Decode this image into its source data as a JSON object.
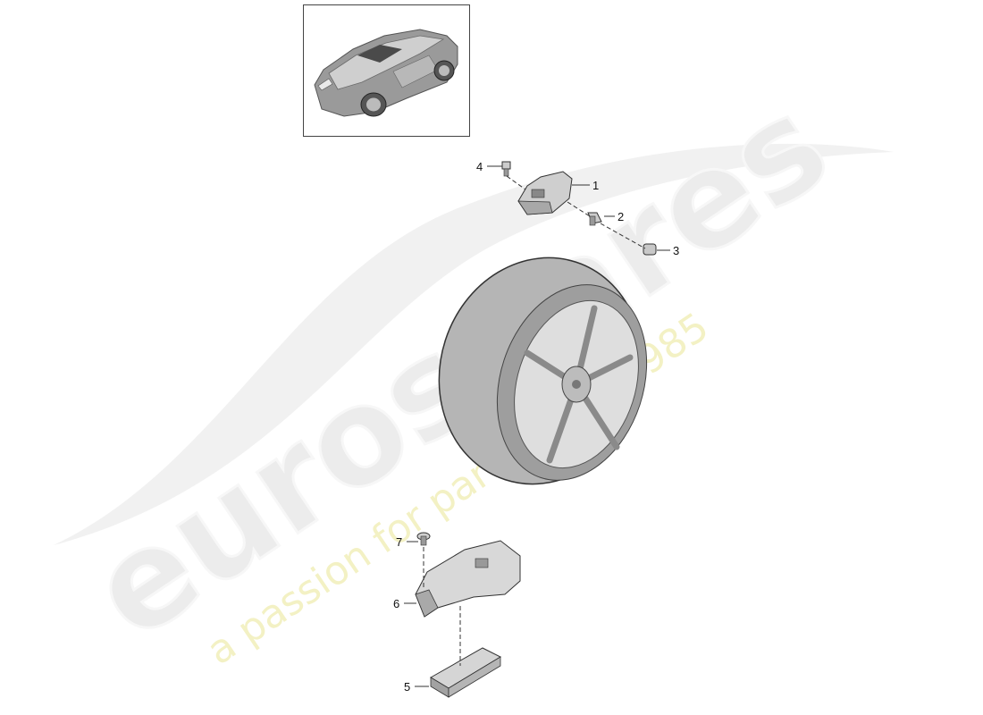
{
  "watermark": {
    "brand": "eurospares",
    "tagline": "a passion for parts since 1985"
  },
  "thumbnail": {
    "icon": "car-icon"
  },
  "callouts": [
    {
      "id": "1",
      "label": "1"
    },
    {
      "id": "2",
      "label": "2"
    },
    {
      "id": "3",
      "label": "3"
    },
    {
      "id": "4",
      "label": "4"
    },
    {
      "id": "5",
      "label": "5"
    },
    {
      "id": "6",
      "label": "6"
    },
    {
      "id": "7",
      "label": "7"
    }
  ],
  "colors": {
    "line": "#333333",
    "part_fill": "#d9d9d9",
    "tire_fill": "#bdbdbd",
    "watermark_grey": "#ececec",
    "watermark_yellow": "#f3f1c4"
  }
}
